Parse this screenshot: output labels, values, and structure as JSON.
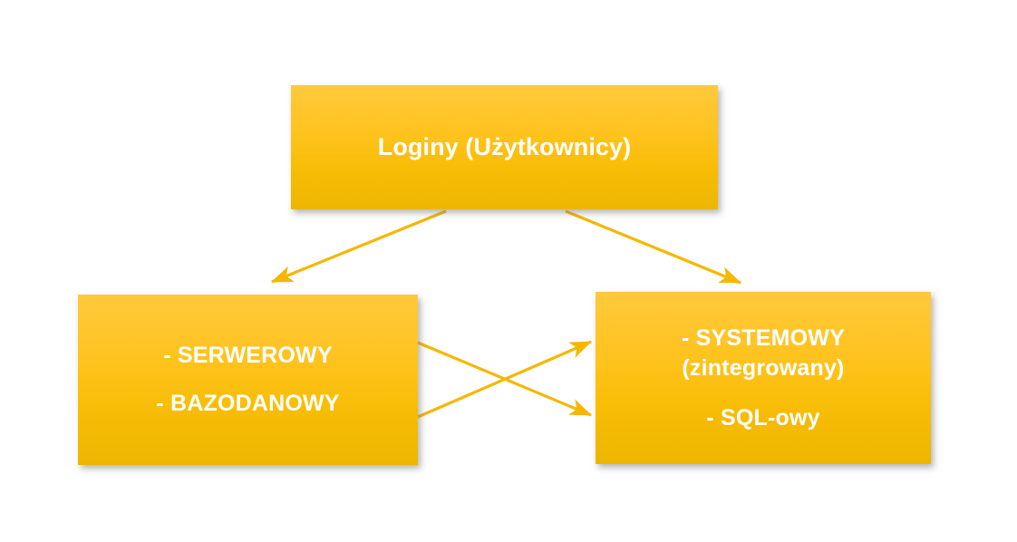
{
  "diagram": {
    "background_color": "#FFFFFF",
    "box_gradient_top": "#FFC93C",
    "box_gradient_bottom": "#EDB600",
    "box_text_color": "#FFFFFF",
    "arrow_color": "#F5B700",
    "nodes": {
      "top": {
        "title": "Loginy (Użytkownicy)"
      },
      "left": {
        "line1": "- SERWEROWY",
        "line2": "- BAZODANOWY"
      },
      "right": {
        "line1": "- SYSTEMOWY",
        "line2": "(zintegrowany)",
        "line3": "- SQL-owy"
      }
    },
    "connectors": [
      {
        "name": "top-to-left",
        "from": "top",
        "to": "left",
        "direction": "down-left"
      },
      {
        "name": "top-to-right",
        "from": "top",
        "to": "right",
        "direction": "down-right"
      },
      {
        "name": "left-upper-to-right-upper",
        "from": "left",
        "to": "right",
        "direction": "right-down"
      },
      {
        "name": "left-lower-to-right-upper",
        "from": "left",
        "to": "right",
        "direction": "right-up"
      }
    ]
  }
}
